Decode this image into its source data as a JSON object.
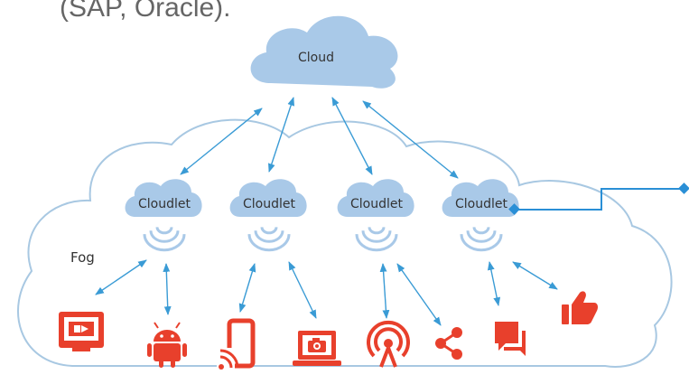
{
  "header_fragment": "(SAP, Oracle).",
  "cloud": {
    "label": "Cloud"
  },
  "fog": {
    "label": "Fog"
  },
  "cloudlets": [
    {
      "label": "Cloudlet",
      "devices": [
        "presentation-screen-icon",
        "android-icon"
      ]
    },
    {
      "label": "Cloudlet",
      "devices": [
        "cast-phone-icon",
        "laptop-camera-icon"
      ]
    },
    {
      "label": "Cloudlet",
      "devices": [
        "broadcast-antenna-icon",
        "share-icon"
      ]
    },
    {
      "label": "Cloudlet",
      "devices": [
        "chat-bubbles-icon",
        "thumbs-up-icon"
      ]
    }
  ],
  "colors": {
    "cloud_fill": "#a9c9e8",
    "fog_outline": "#a8c8e2",
    "arrow": "#3a9bd5",
    "device_icon": "#e8402c",
    "connector": "#2a8fd6"
  }
}
